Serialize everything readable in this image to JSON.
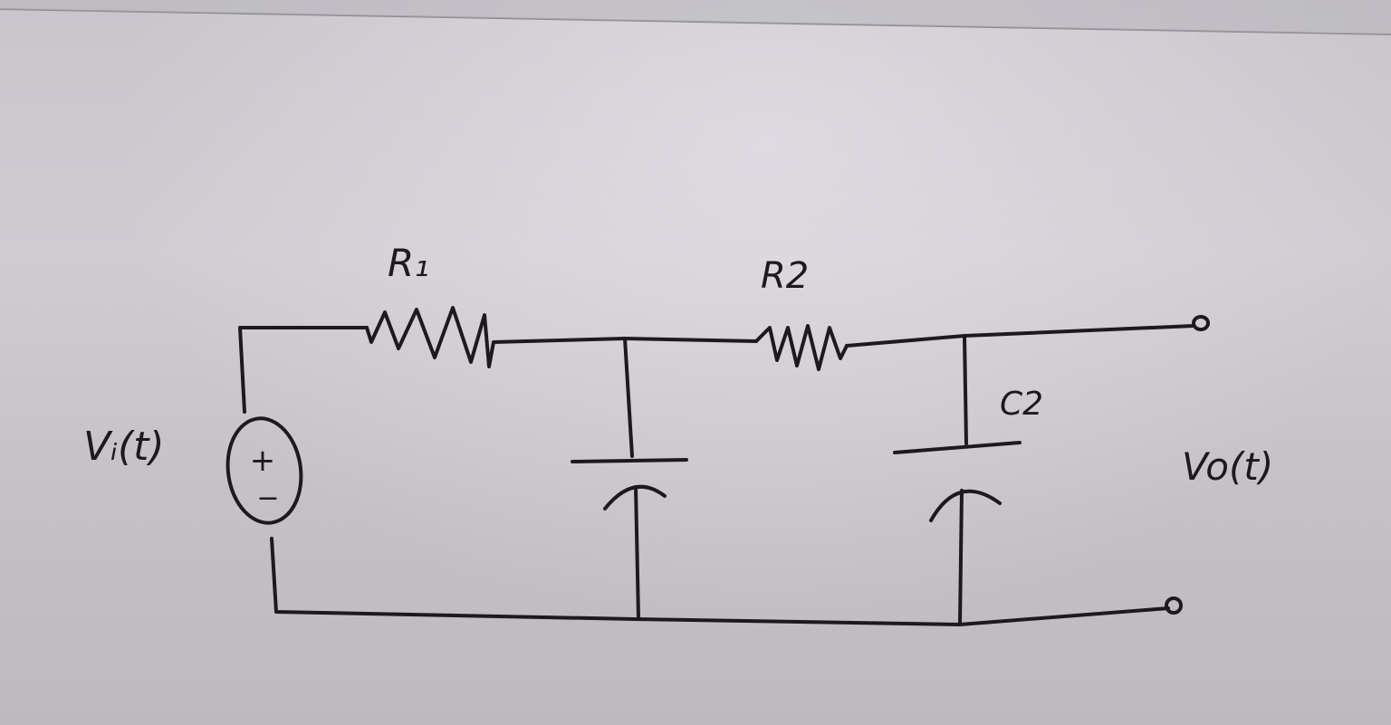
{
  "diagram": {
    "labels": {
      "r1": "R₁",
      "r2": "R2",
      "c2": "C2",
      "vi": "Vᵢ(t)",
      "vo": "Vo(t)",
      "plus": "+",
      "minus": "−"
    }
  }
}
